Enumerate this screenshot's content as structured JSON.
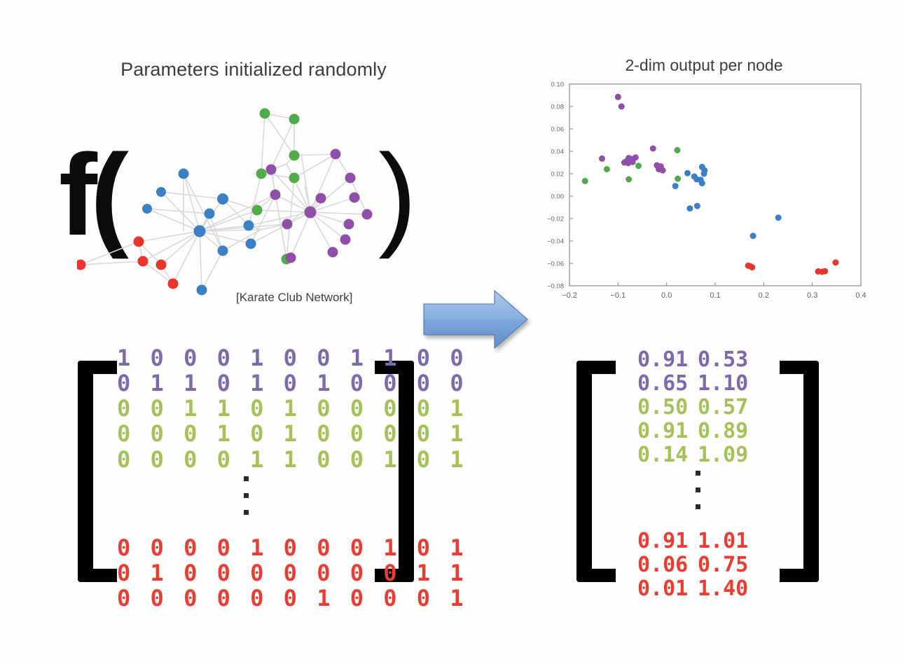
{
  "left_panel": {
    "title": "Parameters initialized randomly",
    "function_open": "f(",
    "function_close": ")",
    "graph_caption": "[Karate Club Network]",
    "graph_name": "karate-club-network-graph"
  },
  "arrow": {
    "name": "right-arrow",
    "fill_top": "#a8c7ea",
    "fill_bottom": "#5e8fc7",
    "stroke": "#3f6fa8"
  },
  "colors": {
    "purple": "#7d6aab",
    "green": "#a6c157",
    "red": "#ec3b30",
    "blue": "#3b7fc4",
    "node_purple": "#8f4fa8",
    "node_green": "#52ab4b",
    "node_blue": "#3b7fc4",
    "node_red": "#e8342a",
    "edge": "#d8d8d8",
    "text_dark": "#3d3d3d",
    "bracket": "#000000"
  },
  "input_matrix": {
    "name": "input-feature-matrix",
    "groups": [
      {
        "color_key": "purple",
        "rows": [
          "1 0 0 0 1 0 0 1 1 0 0",
          "0 1 1 0 1 0 1 0 0 0 0"
        ]
      },
      {
        "color_key": "green",
        "rows": [
          "0 0 1 1 0 1 0 0 0 0 1",
          "0 0 0 1 0 1 0 0 0 0 1",
          "0 0 0 0 1 1 0 0 1 0 1"
        ]
      }
    ],
    "ellipsis": "···",
    "tail_group": {
      "color_key": "red",
      "rows": [
        "0 0 0 0 1 0 0 0 1 0 1",
        "0 1 0 0 0 0 0 0 0 1 1",
        "0 0 0 0 0 0 1 0 0 0 1"
      ]
    }
  },
  "output_matrix": {
    "name": "output-embedding-matrix",
    "groups": [
      {
        "color_key": "purple",
        "rows": [
          [
            "0.91",
            "0.53"
          ],
          [
            "0.65",
            "1.10"
          ]
        ]
      },
      {
        "color_key": "green",
        "rows": [
          [
            "0.50",
            "0.57"
          ],
          [
            "0.91",
            "0.89"
          ],
          [
            "0.14",
            "1.09"
          ]
        ]
      }
    ],
    "ellipsis": "···",
    "tail_group": {
      "color_key": "red",
      "rows": [
        [
          "0.91",
          "1.01"
        ],
        [
          "0.06",
          "0.75"
        ],
        [
          "0.01",
          "1.40"
        ]
      ]
    }
  },
  "chart_data": {
    "type": "scatter",
    "title": "2-dim output per node",
    "xlabel": "",
    "ylabel": "",
    "xlim": [
      -0.2,
      0.4
    ],
    "ylim": [
      -0.08,
      0.1
    ],
    "xticks": [
      -0.2,
      -0.1,
      0.0,
      0.1,
      0.2,
      0.3,
      0.4
    ],
    "xticklabels": [
      "−0.2",
      "−0.1",
      "0.0",
      "0.1",
      "0.2",
      "0.3",
      "0.4"
    ],
    "yticks": [
      -0.08,
      -0.06,
      -0.04,
      -0.02,
      0.0,
      0.02,
      0.04,
      0.06,
      0.08,
      0.1
    ],
    "yticklabels": [
      "−0.08",
      "−0.06",
      "−0.04",
      "−0.02",
      "0.00",
      "0.02",
      "0.04",
      "0.06",
      "0.08",
      "0.10"
    ],
    "grid": false,
    "legend": "none",
    "marker_size": 9,
    "series": [
      {
        "name": "purple",
        "color": "#8f4fa8",
        "points": [
          [
            -0.1,
            0.0885
          ],
          [
            -0.093,
            0.08
          ],
          [
            -0.028,
            0.0425
          ],
          [
            -0.078,
            0.034
          ],
          [
            -0.133,
            0.0335
          ],
          [
            -0.064,
            0.0345
          ],
          [
            -0.072,
            0.033
          ],
          [
            -0.083,
            0.031
          ],
          [
            -0.087,
            0.03
          ],
          [
            -0.079,
            0.0295
          ],
          [
            -0.07,
            0.0305
          ],
          [
            -0.02,
            0.0275
          ],
          [
            -0.012,
            0.0265
          ],
          [
            -0.016,
            0.024
          ],
          [
            -0.008,
            0.023
          ]
        ]
      },
      {
        "name": "green",
        "color": "#52ab4b",
        "points": [
          [
            0.022,
            0.041
          ],
          [
            -0.058,
            0.027
          ],
          [
            -0.123,
            0.024
          ],
          [
            -0.168,
            0.0135
          ],
          [
            -0.078,
            0.015
          ],
          [
            0.023,
            0.0155
          ]
        ]
      },
      {
        "name": "blue",
        "color": "#3b7fc4",
        "points": [
          [
            0.073,
            0.026
          ],
          [
            0.078,
            0.023
          ],
          [
            0.077,
            0.02
          ],
          [
            0.043,
            0.0205
          ],
          [
            0.057,
            0.0175
          ],
          [
            0.062,
            0.015
          ],
          [
            0.07,
            0.0145
          ],
          [
            0.073,
            0.0115
          ],
          [
            0.018,
            0.009
          ],
          [
            0.048,
            -0.011
          ],
          [
            0.063,
            -0.0088
          ],
          [
            0.23,
            -0.0192
          ],
          [
            0.178,
            -0.0355
          ]
        ]
      },
      {
        "name": "red",
        "color": "#e8342a",
        "points": [
          [
            0.168,
            -0.062
          ],
          [
            0.172,
            -0.0625
          ],
          [
            0.176,
            -0.0635
          ],
          [
            0.312,
            -0.0672
          ],
          [
            0.32,
            -0.0675
          ],
          [
            0.326,
            -0.067
          ],
          [
            0.348,
            -0.0592
          ]
        ]
      }
    ]
  }
}
